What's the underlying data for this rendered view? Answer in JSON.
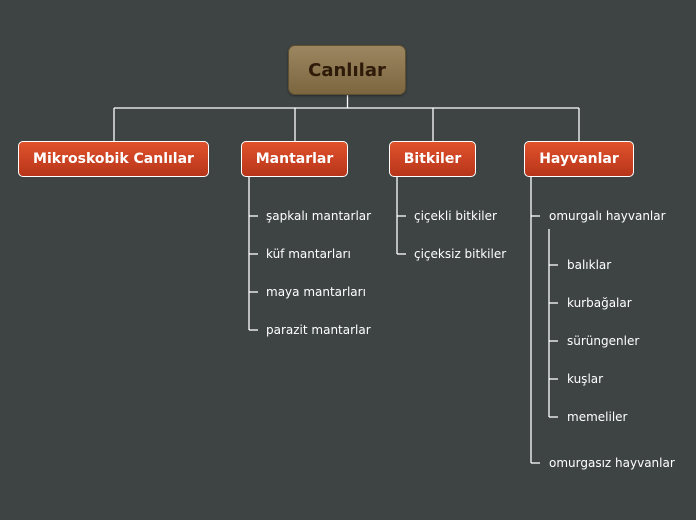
{
  "root": {
    "label": "Canlılar"
  },
  "categories": [
    {
      "label": "Mikroskobik Canlılar"
    },
    {
      "label": "Mantarlar",
      "children": [
        "şapkalı mantarlar",
        "küf mantarları",
        "maya mantarları",
        "parazit mantarlar"
      ]
    },
    {
      "label": "Bitkiler",
      "children": [
        "çiçekli bitkiler",
        "çiçeksiz bitkiler"
      ]
    },
    {
      "label": "Hayvanlar",
      "children": [
        {
          "label": "omurgalı hayvanlar",
          "children": [
            "balıklar",
            "kurbağalar",
            "sürüngenler",
            "kuşlar",
            "memeliler"
          ]
        },
        {
          "label": "omurgasız hayvanlar"
        }
      ]
    }
  ],
  "colors": {
    "background": "#3e4444",
    "root_fill": "#8b7650",
    "category_fill": "#d04425",
    "lines": "#ffffff"
  }
}
